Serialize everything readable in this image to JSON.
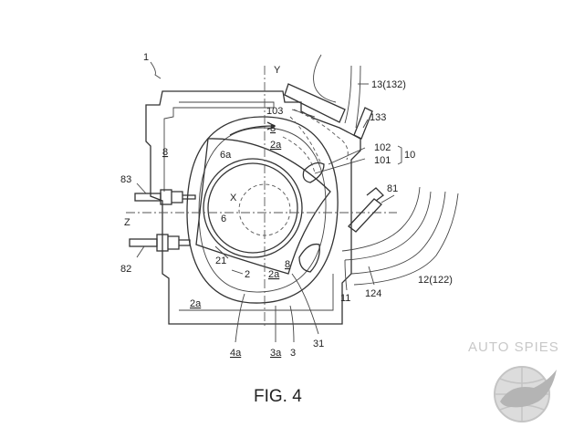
{
  "labels": {
    "l1": "1",
    "lY": "Y",
    "l13": "13(132)",
    "l103": "103",
    "l133": "133",
    "l8a": "8",
    "l8b": "8",
    "l2a_top": "2a",
    "l102": "102",
    "l101": "101",
    "l10": "10",
    "l6a": "6a",
    "l83": "83",
    "l81": "81",
    "lX": "X",
    "lZ": "Z",
    "l6": "6",
    "l82": "82",
    "l21": "21",
    "l2": "2",
    "l2a_mid": "2a",
    "l8c": "8",
    "l12": "12(122)",
    "l11": "11",
    "l124": "124",
    "l2a_left": "2a",
    "l4a": "4a",
    "l3a": "3a",
    "l3": "3",
    "l31": "31"
  },
  "caption": "FIG. 4",
  "watermark": {
    "text": "AUTO SPIES",
    "logo_icon": "globe-eagle-logo-icon"
  }
}
